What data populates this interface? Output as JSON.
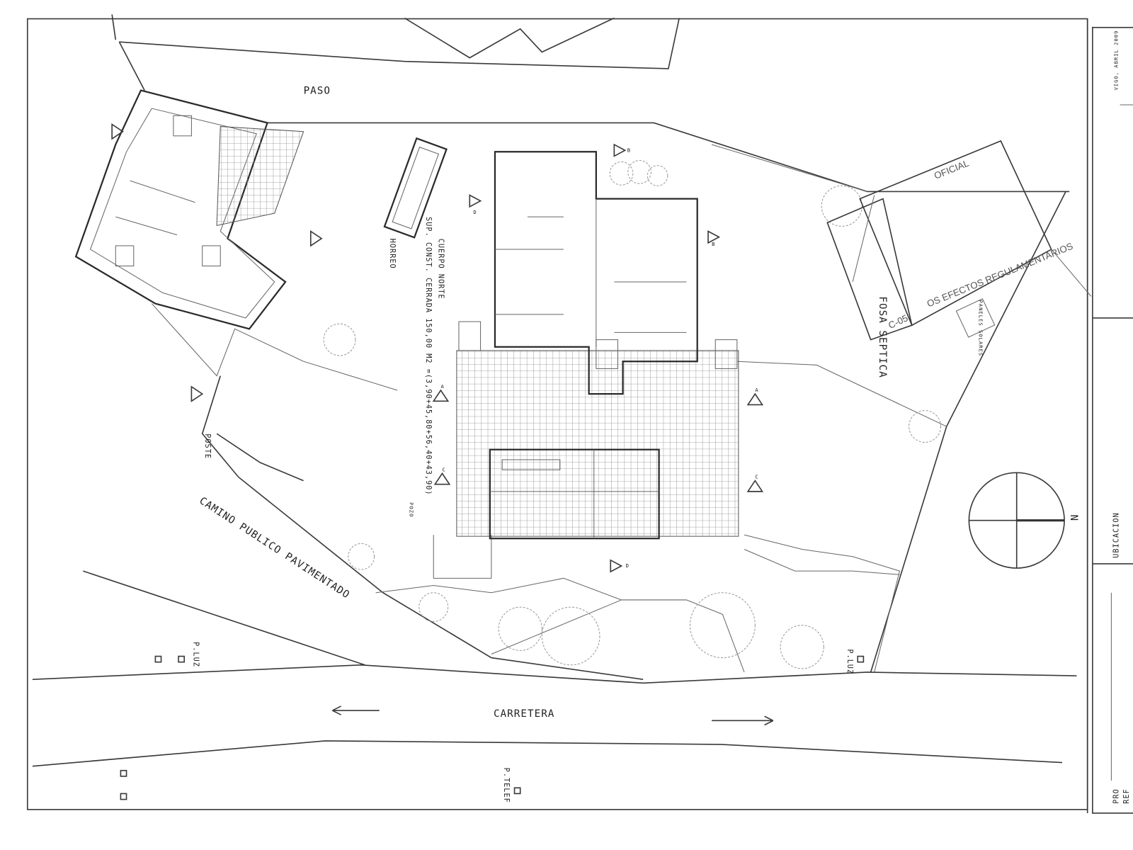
{
  "labels": {
    "paso": "PASO",
    "cuerpo_norte": "CUERPO NORTE",
    "superficie": "SUP. CONST. CERRADA 150,00 M2 =(3,90+45,80+56,40+43,90)",
    "horreo": "HORREO",
    "poste": "POSTE",
    "camino": "CAMINO PUBLICO PAVIMENTADO",
    "pozo": "POZO",
    "pluz_left": "P.LUZ",
    "pluz_right": "P.LUZ",
    "carretera": "CARRETERA",
    "ptelef": "P.TELEF",
    "fosa_septica": "FOSA SEPTICA",
    "c05": "C-05",
    "paneles_solares": "PANELES SOLARES",
    "north": "N"
  },
  "section_markers": [
    "A",
    "A",
    "B",
    "B",
    "C",
    "C",
    "D",
    "D"
  ],
  "stamp": {
    "line1": "OFICIAL",
    "line2": "OS EFECTOS REGULAMENTARIOS"
  },
  "title_block": {
    "date": "VIGO, ABRIL 2009",
    "ubicacion": "UBICACION",
    "pro": "PRO",
    "ref": "REF"
  },
  "colors": {
    "line": "#3a3a3a",
    "paper": "#ffffff"
  }
}
